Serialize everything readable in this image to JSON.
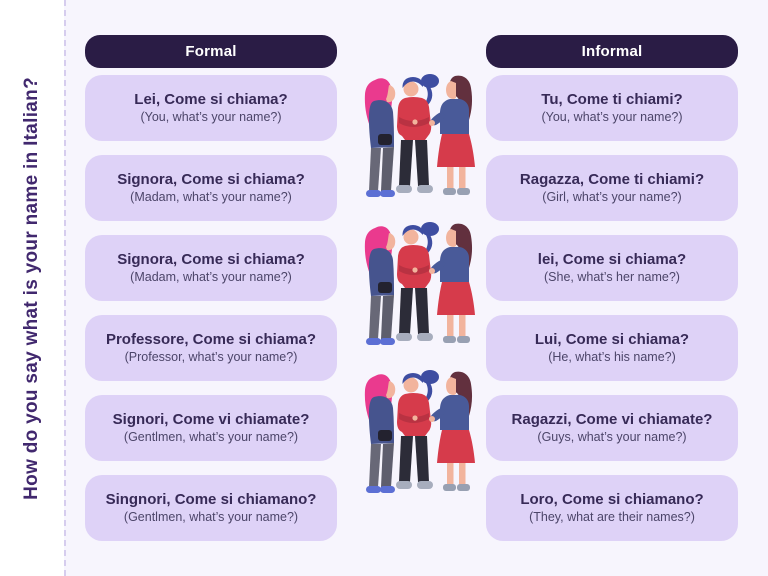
{
  "page": {
    "title_vertical": "How do you say what is your name in Italian?"
  },
  "columns": [
    {
      "id": "formal",
      "header": "Formal",
      "cards": [
        {
          "italian": "Lei, Come si chiama?",
          "english": "(You, what’s your name?)"
        },
        {
          "italian": "Signora, Come si chiama?",
          "english": "(Madam, what’s your name?)"
        },
        {
          "italian": "Signora, Come si chiama?",
          "english": "(Madam, what’s your name?)"
        },
        {
          "italian": "Professore, Come si chiama?",
          "english": "(Professor, what’s your name?)"
        },
        {
          "italian": "Signori, Come vi chiamate?",
          "english": "(Gentlmen, what’s your name?)"
        },
        {
          "italian": "Singnori, Come si chiamano?",
          "english": "(Gentlmen, what’s your name?)"
        }
      ]
    },
    {
      "id": "informal",
      "header": "Informal",
      "cards": [
        {
          "italian": "Tu, Come ti chiami?",
          "english": "(You, what’s your name?)"
        },
        {
          "italian": "Ragazza, Come ti chiami?",
          "english": "(Girl, what’s your name?)"
        },
        {
          "italian": "lei, Come si chiama?",
          "english": "(She, what’s her name?)"
        },
        {
          "italian": "Lui, Come si chiama?",
          "english": "(He, what’s his name?)"
        },
        {
          "italian": "Ragazzi, Come vi chiamate?",
          "english": "(Guys, what’s your name?)"
        },
        {
          "italian": "Loro, Come si chiamano?",
          "english": "(They, what are their names?)"
        }
      ]
    }
  ],
  "illustration": {
    "name": "three-women-talking",
    "count": 3
  },
  "colors": {
    "header_pill": "#2a1c45",
    "card_bg": "#ded2f7",
    "panel_bg": "#f7f5fd",
    "title_purple": "#41286e",
    "card_title_text": "#372a57",
    "card_sub_text": "#4c4569",
    "pink_hair": "#ea3a8e",
    "blue_hair": "#3e4da1",
    "maroon_hair": "#62303e",
    "red_clothing": "#d63b4b",
    "blue_clothing": "#46548e"
  }
}
